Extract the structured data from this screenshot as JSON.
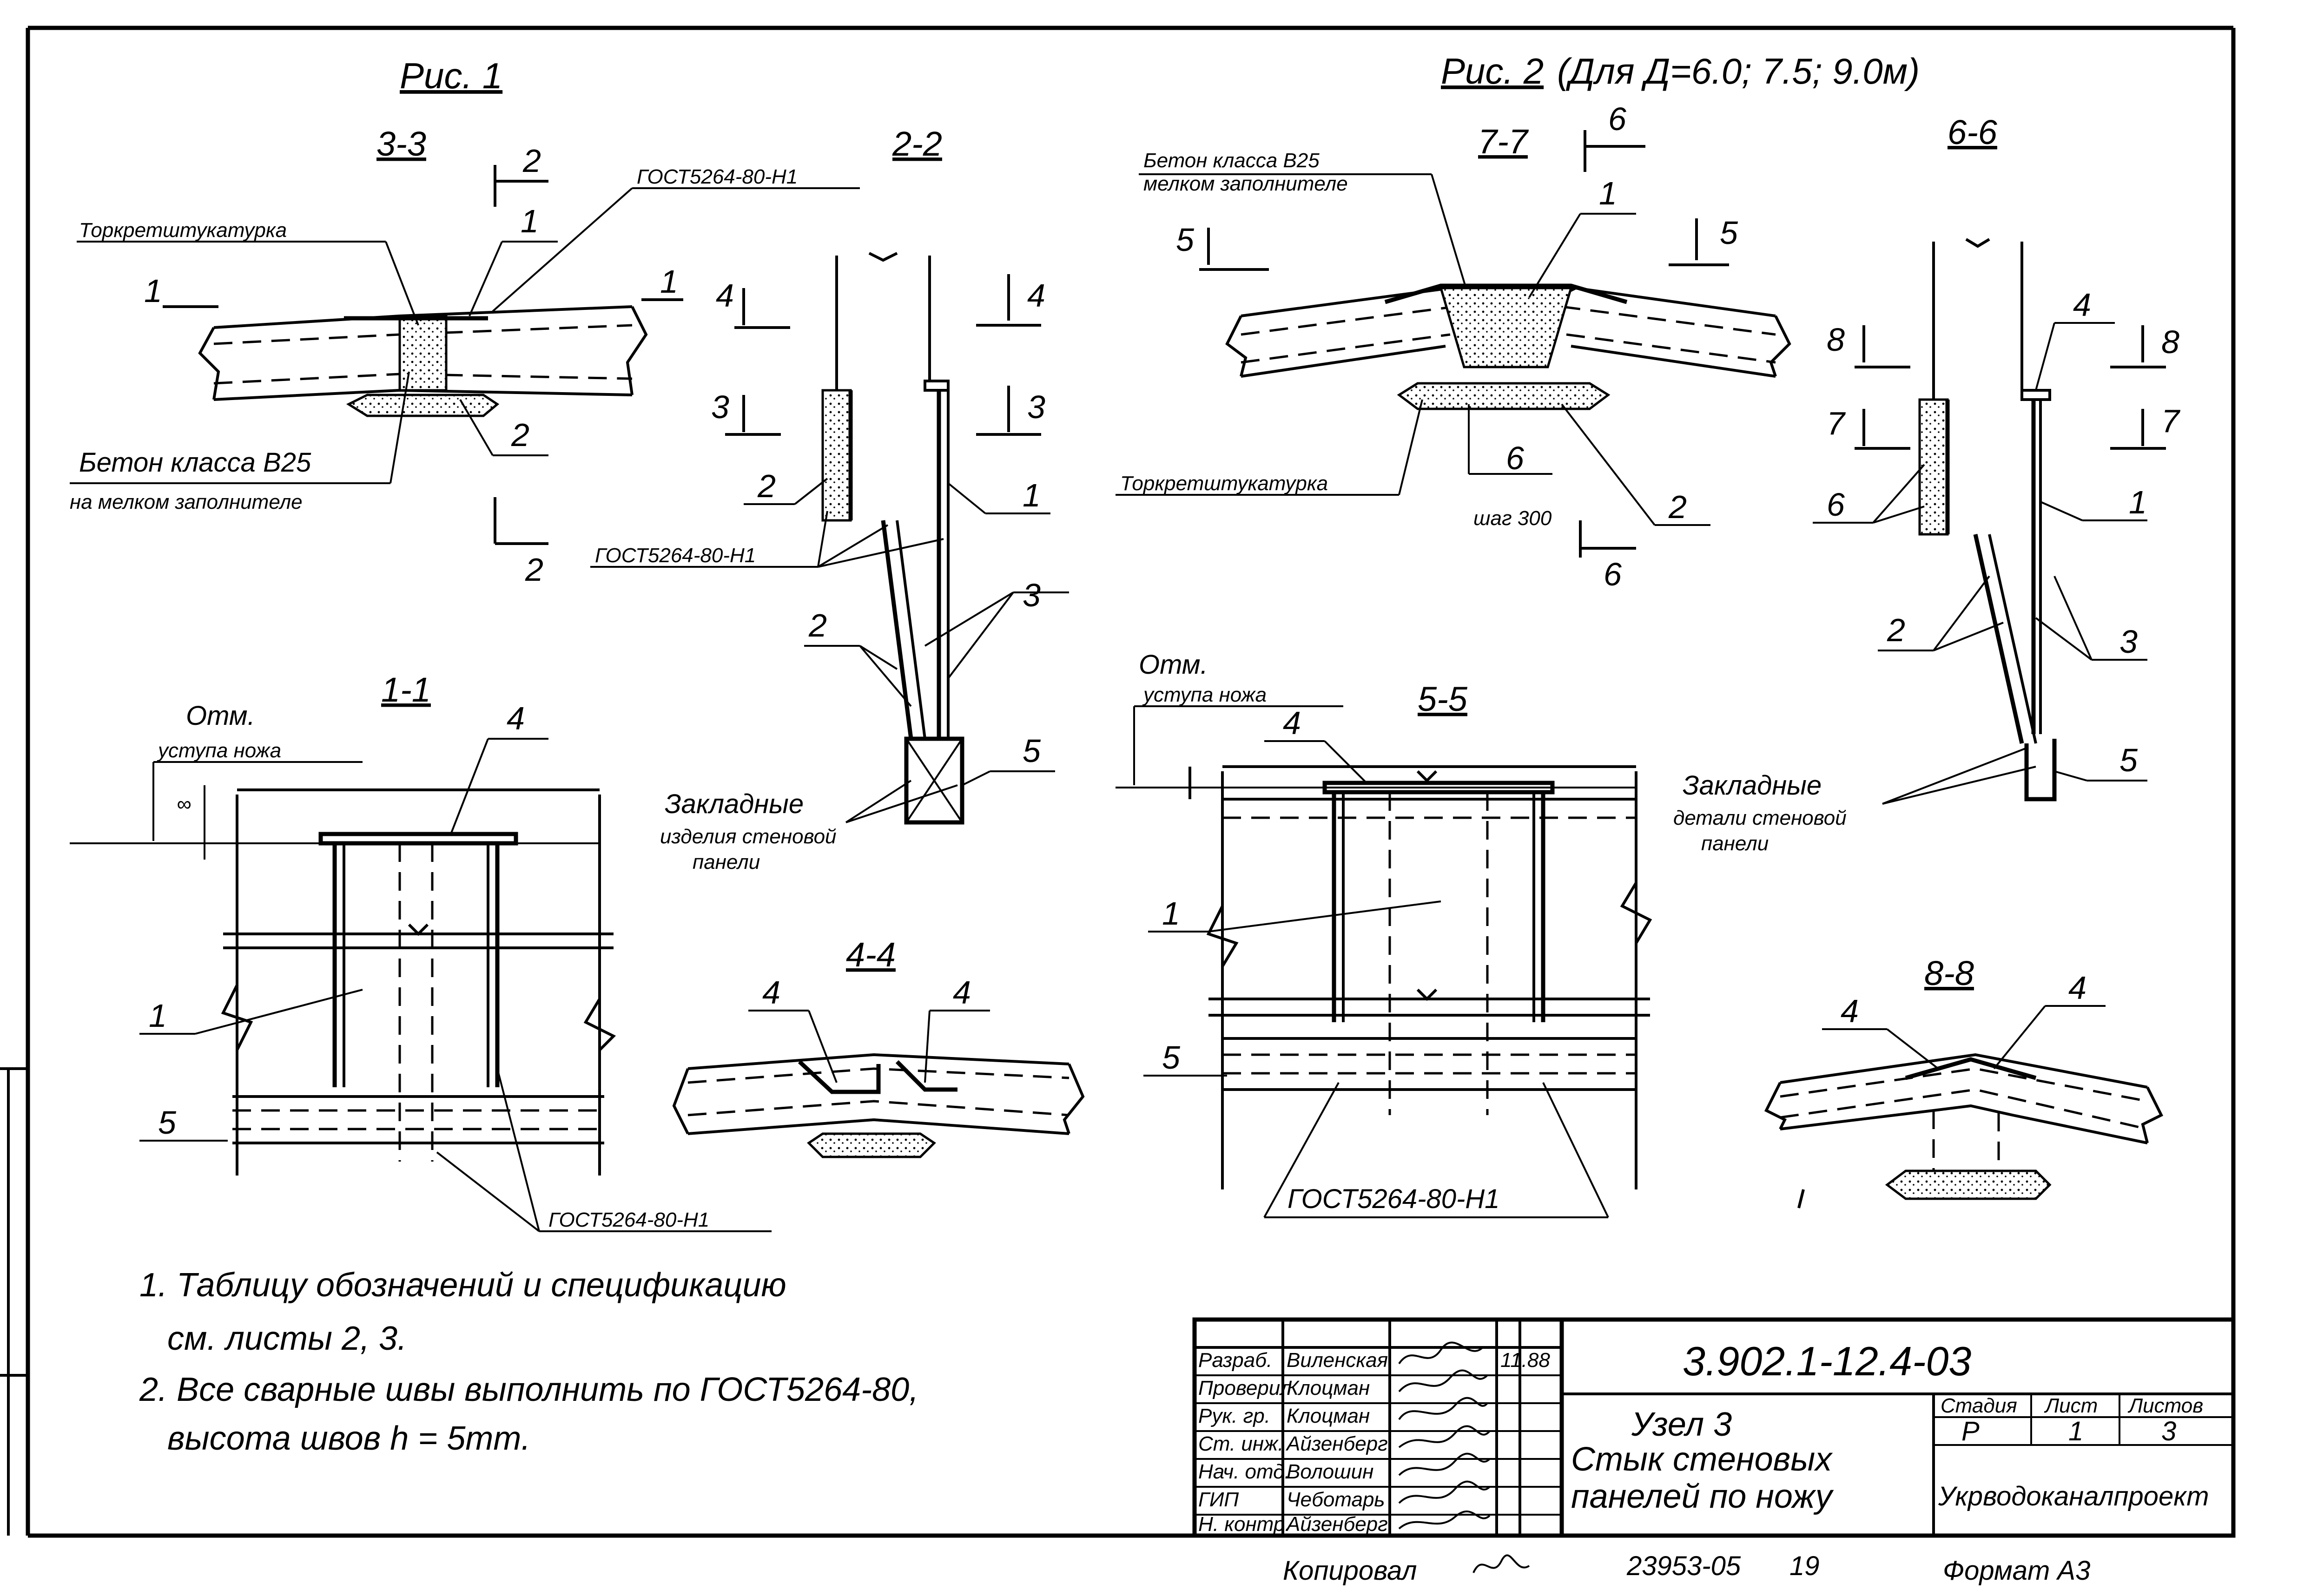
{
  "figures": {
    "fig1_title": "Рис. 1",
    "fig2_title": "Рис. 2",
    "fig2_note": "(Для Д=6.0; 7.5; 9.0м)"
  },
  "sections": {
    "s33": "3-3",
    "s22": "2-2",
    "s11": "1-1",
    "s44": "4-4",
    "s77": "7-7",
    "s66": "6-6",
    "s55": "5-5",
    "s88": "8-8"
  },
  "labels": {
    "gost": "ГОСТ5264-80-Н1",
    "torkret": "Торкретштукатурка",
    "beton_1": "Бетон класса В25",
    "beton_2": "на мелком заполнителе",
    "beton7_1": "Бетон класса В25",
    "beton7_2": "мелком заполнителе",
    "otm_1": "Отм.",
    "otm_2": "уступа ножа",
    "zakl_1": "Закладные",
    "zakl_2": "изделия стеновой",
    "zakl_3": "панели",
    "zakl6_1": "Закладные",
    "zakl6_2": "детали стеновой",
    "zakl6_3": "панели",
    "shag": "шаг 300",
    "infinity": "∞"
  },
  "marks": {
    "m1": "1",
    "m2": "2",
    "m3": "3",
    "m4": "4",
    "m5": "5",
    "m6": "6",
    "m7": "7",
    "m8": "8"
  },
  "notes": {
    "n1a": "1. Таблицу обозначений и спецификацию",
    "n1b": "см. листы  2, 3.",
    "n2a": "2. Все сварные швы выполнить по ГОСТ5264-80,",
    "n2b": "высота швов    h = 5mm."
  },
  "title_block": {
    "code": "3.902.1-12.4-03",
    "node": "Узел 3",
    "name_1": "Стык стеновых",
    "name_2": "панелей по ножу",
    "roles": [
      "Разраб.",
      "Проверил",
      "Рук. гр.",
      "Ст. инж.",
      "Нач. отд.",
      "ГИП",
      "Н. контр."
    ],
    "persons": [
      "Виленская",
      "Клоцман",
      "Клоцман",
      "Айзенберг",
      "Волошин",
      "Чеботарь",
      "Айзенберг"
    ],
    "date": "11.88",
    "stage_h": "Стадия",
    "sheet_h": "Лист",
    "sheets_h": "Листов",
    "stage": "Р",
    "sheet": "1",
    "sheets": "3",
    "org": "Укрводоканалпроект",
    "copied": "Копировал",
    "inv": "23953-05",
    "inv_sheet": "19",
    "format": "Формат А3"
  }
}
